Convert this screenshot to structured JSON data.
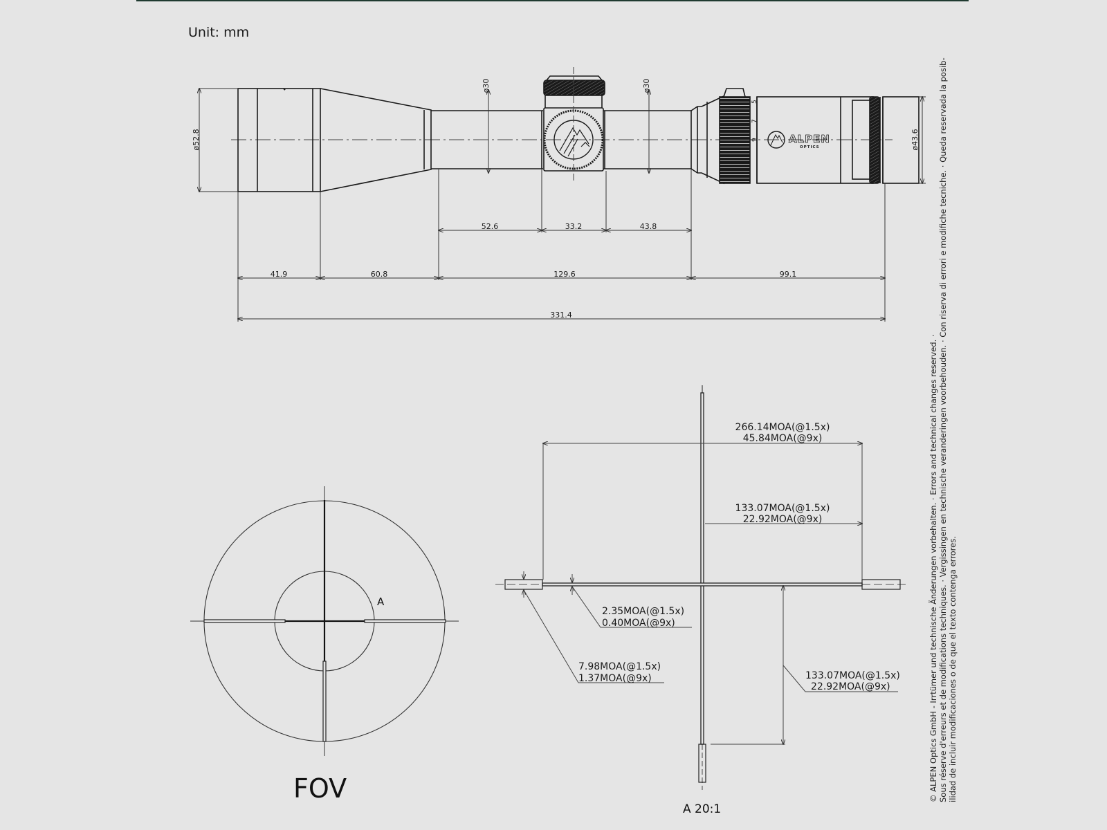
{
  "header": {
    "unit_label": "Unit: mm"
  },
  "scope_drawing": {
    "diameters": {
      "objective": "ø52.8",
      "tube_front": "ø30",
      "tube_rear": "ø30",
      "eyepiece": "ø43.6"
    },
    "segment_dimensions": {
      "objective_bell": "41.9",
      "objective_taper": "60.8",
      "tube_section": "129.6",
      "eyepiece_section": "99.1",
      "overall_length": "331.4"
    },
    "tube_dimensions": {
      "front_tube": "52.6",
      "turret_width": "33.2",
      "rear_tube": "43.8"
    },
    "magnification_ring_marks": [
      "5",
      "7",
      "9"
    ],
    "brand": {
      "name": "ALPEN",
      "sub": "OPTICS"
    }
  },
  "reticle_fov": {
    "title": "FOV",
    "detail_marker": "A"
  },
  "reticle_detail": {
    "title": "A 20:1",
    "annotations": {
      "post_span": [
        "266.14MOA(@1.5x)",
        "45.84MOA(@9x)"
      ],
      "post_half_span": [
        "133.07MOA(@1.5x)",
        "22.92MOA(@9x)"
      ],
      "thin_line": [
        "2.35MOA(@1.5x)",
        "0.40MOA(@9x)"
      ],
      "thick_post": [
        "7.98MOA(@1.5x)",
        "1.37MOA(@9x)"
      ],
      "vertical_half_span": [
        "133.07MOA(@1.5x)",
        "22.92MOA(@9x)"
      ]
    }
  },
  "disclaimer": {
    "lines": [
      "© ALPEN Optics GmbH - Irrtümer und technische Änderungen vorbehalten. · Errors and technical changes reserved. ·",
      "Sous réserve d'erreurs et de modifications techniques. · Vergissingen en technische veranderingen voorbehouden. · Con riserva di errori e modifiche tecniche. · Queda reservada la posib-",
      "ilidad de incluir modificaciones o de que el texto contenga errores."
    ]
  },
  "colors": {
    "background": "#e5e5e5",
    "line": "#1a1a1a",
    "top_rule": "#1f3a30"
  }
}
